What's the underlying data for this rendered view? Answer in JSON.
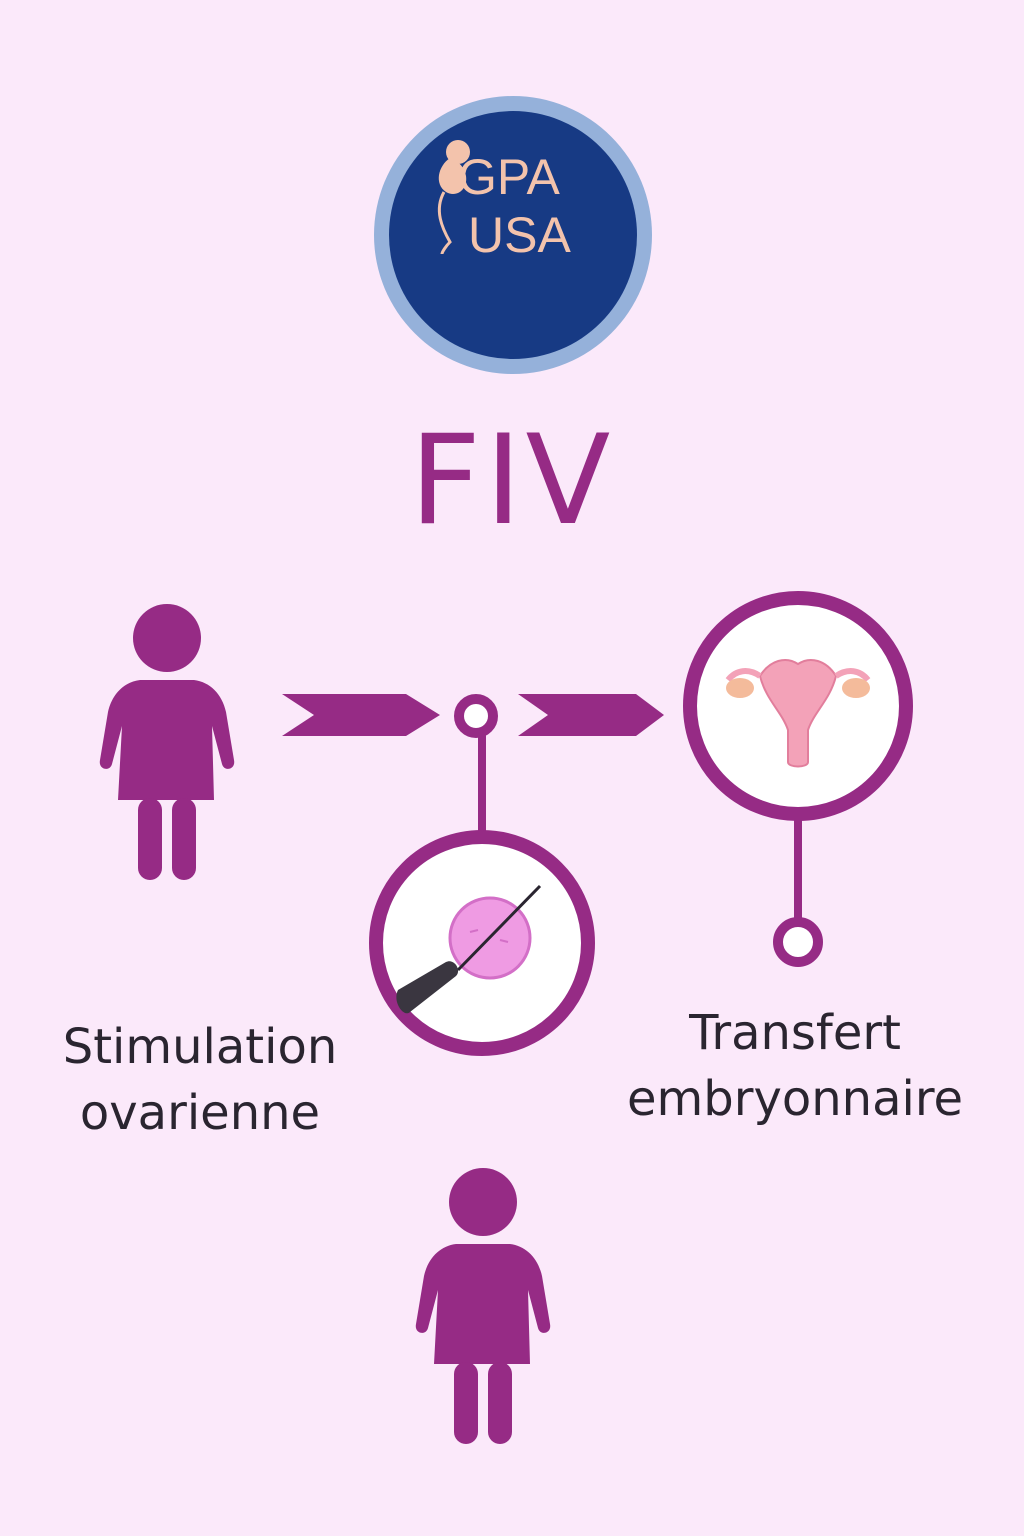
{
  "logo": {
    "line1": "GPA",
    "line2": "USA",
    "colors": {
      "ring": "#95b1da",
      "disc": "#173a84",
      "text": "#f3c3ac"
    }
  },
  "title": "FIV",
  "steps": {
    "left_label_line1": "Stimulation",
    "left_label_line2": "ovarienne",
    "right_label_line1": "Transfert",
    "right_label_line2": "embryonnaire"
  },
  "icons": {
    "person_left": "woman-figure-icon",
    "person_bottom": "woman-figure-icon",
    "fertilization": "egg-injection-icon",
    "uterus": "uterus-icon"
  },
  "colors": {
    "background": "#fbe9fa",
    "accent": "#962b85",
    "text": "#2a2530",
    "egg": "#ef9be3",
    "uterus": "#f3a2b8"
  }
}
